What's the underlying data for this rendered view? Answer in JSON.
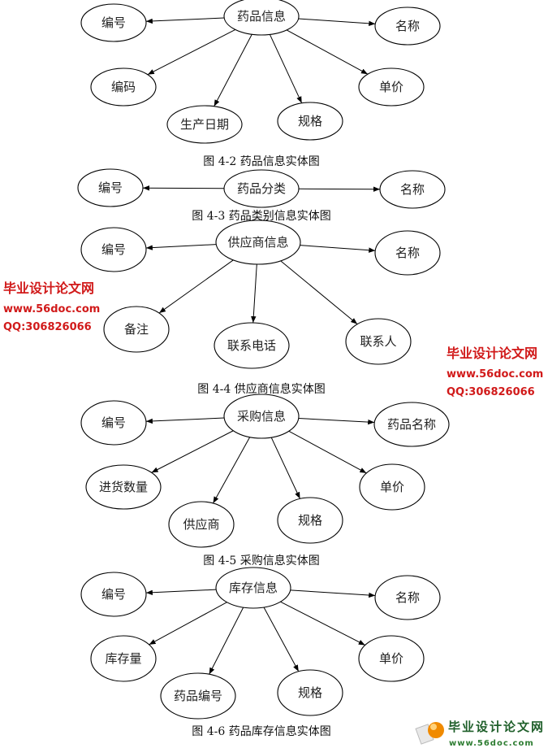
{
  "diagrams": [
    {
      "entity": "药品信息",
      "attributes": [
        "编号",
        "名称",
        "编码",
        "单价",
        "生产日期",
        "规格"
      ],
      "caption": "图 4-2 药品信息实体图"
    },
    {
      "entity": "药品分类",
      "attributes": [
        "编号",
        "名称"
      ],
      "caption": "图 4-3 药品类别信息实体图"
    },
    {
      "entity": "供应商信息",
      "attributes": [
        "编号",
        "名称",
        "备注",
        "联系电话",
        "联系人"
      ],
      "caption": "图 4-4 供应商信息实体图"
    },
    {
      "entity": "采购信息",
      "attributes": [
        "编号",
        "药品名称",
        "进货数量",
        "单价",
        "供应商",
        "规格"
      ],
      "caption": "图 4-5 采购信息实体图"
    },
    {
      "entity": "库存信息",
      "attributes": [
        "编号",
        "名称",
        "库存量",
        "单价",
        "药品编号",
        "规格"
      ],
      "caption": "图 4-6 药品库存信息实体图"
    }
  ],
  "watermarks": [
    {
      "site": "www.56doc.com",
      "name": "毕业设计论文网",
      "qq": "QQ:306826066"
    },
    {
      "site": "www.56doc.com",
      "name": "毕业设计论文网",
      "qq": "QQ:306826066"
    }
  ],
  "logo": {
    "name": "毕业设计论文网",
    "url": "www.56doc.com"
  },
  "colors": {
    "watermark": "#d11a1a",
    "logo_green": "#2e7d32",
    "logo_orange": "#f08a00"
  }
}
